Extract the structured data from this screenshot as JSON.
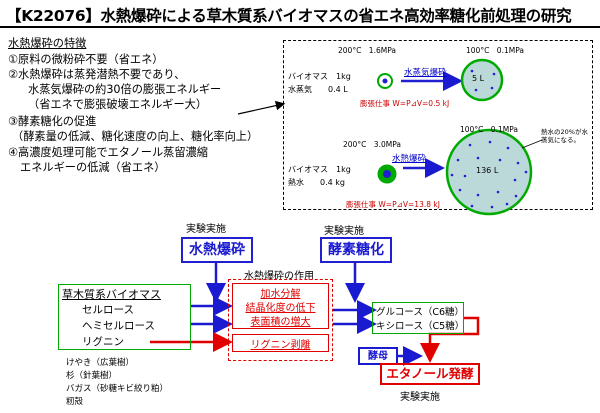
{
  "title": "【K22076】水熱爆砕による草木質系バイオマスの省エネ高効率糖化前処理の研究",
  "features": {
    "heading": "水熱爆砕の特徴",
    "lines": [
      "①原料の微粉砕不要（省エネ）",
      "②水熱爆砕は蒸発潜熱不要であり、",
      "水蒸気爆砕の約30倍の膨張エネルギー",
      "（省エネで膨張破壊エネルギー大）",
      "③酵素糖化の促進",
      "（酵素量の低減、糖化速度の向上、糖化率向上）",
      "④高濃度処理可能でエタノール蒸留濃縮",
      "エネルギーの低減（省エネ）"
    ]
  },
  "steam": {
    "cond_before": "200°C　1.6MPa",
    "cond_after": "100°C　0.1MPa",
    "biomass": "バイオマス　1kg",
    "water": "水蒸気　　0.4 L",
    "method": "水蒸気爆砕",
    "volume": "5 L",
    "work": "膨張仕事 W=P⊿V=0.5 kJ"
  },
  "hydro": {
    "cond_before": "200°C　3.0MPa",
    "cond_after": "100°C　0.1MPa",
    "biomass": "バイオマス　1kg",
    "water": "熱水　　0.4 kg",
    "method": "水熱爆砕",
    "volume": "136 L",
    "work": "膨張仕事 W=P⊿V=13.8 kJ",
    "note": "熱水の20%が水蒸気になる。"
  },
  "flow": {
    "exp1": "実験実施",
    "exp2": "実験実施",
    "exp3": "実験実施",
    "hydro_box": "水熱爆砕",
    "enzyme_box": "酵素糖化",
    "action_title": "水熱爆砕の作用",
    "actions": [
      "加水分解",
      "結晶化度の低下",
      "表面積の増大"
    ],
    "lignin": "リグニン剥離",
    "biomass_title": "草木質系バイオマス",
    "components": [
      "セルロース",
      "ヘミセルロース",
      "リグニン"
    ],
    "sugars": [
      "グルコース（C6糖）",
      "キシロース（C5糖）"
    ],
    "yeast": "酵母",
    "ethanol": "エタノール発酵",
    "materials": [
      "けやき（広葉樹）",
      "杉（針葉樹）",
      "バガス（砂糖キビ絞り粕）",
      "籾殻"
    ]
  },
  "colors": {
    "blue": "#1a1ad0",
    "red": "#e00000",
    "green": "#00aa00"
  }
}
